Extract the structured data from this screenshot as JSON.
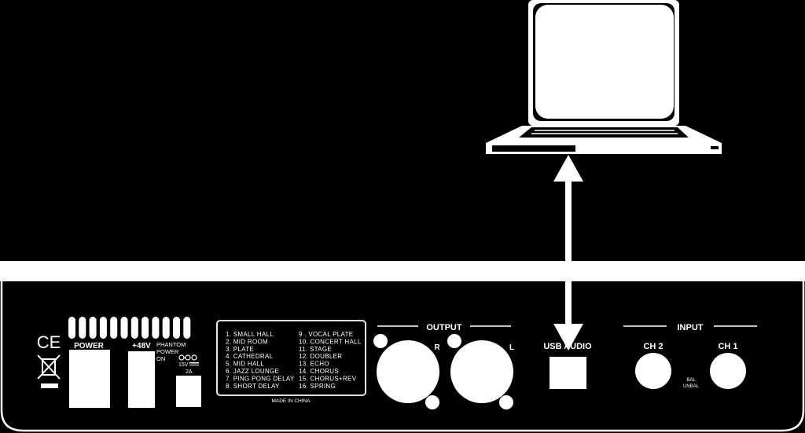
{
  "labels": {
    "power": "POWER",
    "phantom_48v": "+48V",
    "phantom_power_on": [
      "PHANTOM",
      "POWER",
      "ON"
    ],
    "dc_voltage": "15V",
    "dc_current": "2A",
    "output": "OUTPUT",
    "output_r": "R",
    "output_l": "L",
    "usb_audio": "USB AUDIO",
    "input": "INPUT",
    "ch2": "CH 2",
    "ch1": "CH 1",
    "bal": "BAL",
    "unbal": "UNBAL",
    "made_in": "MADE IN CHINA"
  },
  "presets_left": [
    "1. SMALL HALL",
    "2. MID ROOM",
    "3. PLATE",
    "4. CATHEDRAL",
    "5. MID HALL",
    "6. JAZZ LOUNGE",
    "7. PING PONG DELAY",
    "8. SHORT DELAY"
  ],
  "presets_right": [
    "9 . VOCAL PLATE",
    "10. CONCERT HALL",
    "11. STAGE",
    "12. DOUBLER",
    "13. ECHO",
    "14. CHORUS",
    "15. CHORUS+REV",
    "16. SPRING"
  ],
  "icons": [
    "ce-mark-icon",
    "weee-bin-icon",
    "dc-polarity-icon",
    "laptop-icon",
    "bidirectional-arrow-icon"
  ],
  "colors": {
    "background": "#000000",
    "foreground": "#ffffff"
  }
}
